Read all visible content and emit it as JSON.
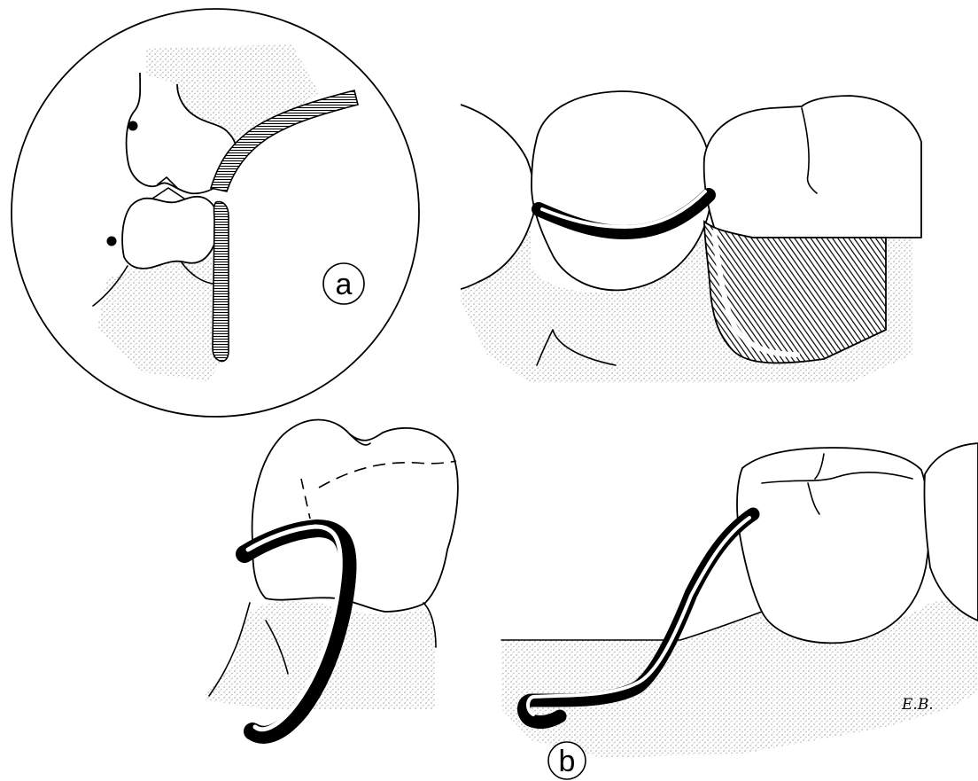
{
  "panel_a": {
    "label": "a"
  },
  "panel_b": {
    "label": "b"
  },
  "signature": "E.B."
}
